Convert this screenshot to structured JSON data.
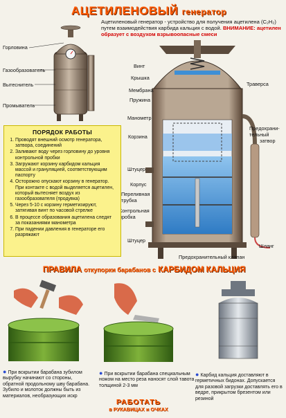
{
  "title": {
    "main": "АЦЕТИЛЕНОВЫЙ",
    "sub": "генератор"
  },
  "intro": {
    "text": "Ацетиленовый генератор - устройство для получения ацетилена (С₂Н₂) путем взаимодействия карбида кальция с водой.",
    "warning": "ВНИМАНИЕ: ацетилен образует с воздухом взрывоопасные смеси"
  },
  "small_labels": [
    "Горловина",
    "Газообразователь",
    "Вытеснитель",
    "Промыватель"
  ],
  "diagram_labels": {
    "vint": "Винт",
    "kryshka": "Крышка",
    "membrana": "Мембрана",
    "pruzhina": "Пружина",
    "manometr": "Манометр",
    "korzina": "Корзина",
    "shtutser1": "Штуцер",
    "korpus": "Корпус",
    "perelivnaya1": "Переливная",
    "perelivnaya2": "трубка",
    "kontrolnaya1": "Контрольная",
    "kontrolnaya2": "пробка",
    "shtutser2": "Штуцер",
    "traversa": "Траверса",
    "zatvor1": "Предохрани-",
    "zatvor2": "тельный",
    "zatvor3": "затвор",
    "shlang": "Шланг",
    "klapan": "Предохранительный клапан"
  },
  "procedure": {
    "title": "ПОРЯДОК РАБОТЫ",
    "steps": [
      "Проводят внешний осмотр генератора, затвора, соединений",
      "Заливают воду через горловину до уровня контрольной пробки",
      "Загружают корзину карбидом кальция массой и грануляцией, соответствующим паспорту",
      "Осторожно опускают корзину в генератор. При контакте с водой выделяется ацетилен, который вытесняет воздух из газообразователя (продувка)",
      "Через 5-10 с корзину герметизируют, затягивая винт по часовой стрелке",
      "В процессе образования ацетилена следят за показаниями манометра",
      "При падении давления в генераторе его разряжают"
    ]
  },
  "rules": {
    "p1": "ПРАВИЛА",
    "p2": "откупорки барабанов с",
    "p3": "КАРБИДОМ КАЛЬЦИЯ"
  },
  "captions": [
    "При вскрытии барабана зубилом вырубку начинают со стороны, обратной продольному шву барабана. Зубило и молоток должны быть из материалов, необразующих искр",
    "При вскрытии барабана специальным ножом на место реза наносят слой тавота толщиной 2-3 мм",
    "Карбид кальция доставляют в герметичных бидонах. Допускается для разовой загрузки доставлять его в ведре, прикрытом брезентом или резиной"
  ],
  "gloves": {
    "line1": "РАБОТАТЬ",
    "line2": "в РУКАВИЦАХ и ОЧКАХ"
  },
  "colors": {
    "accent": "#ff5a00",
    "warning": "#d40000",
    "procedure_bg": "#fbf28c",
    "bullet": "#2a4bd1"
  }
}
